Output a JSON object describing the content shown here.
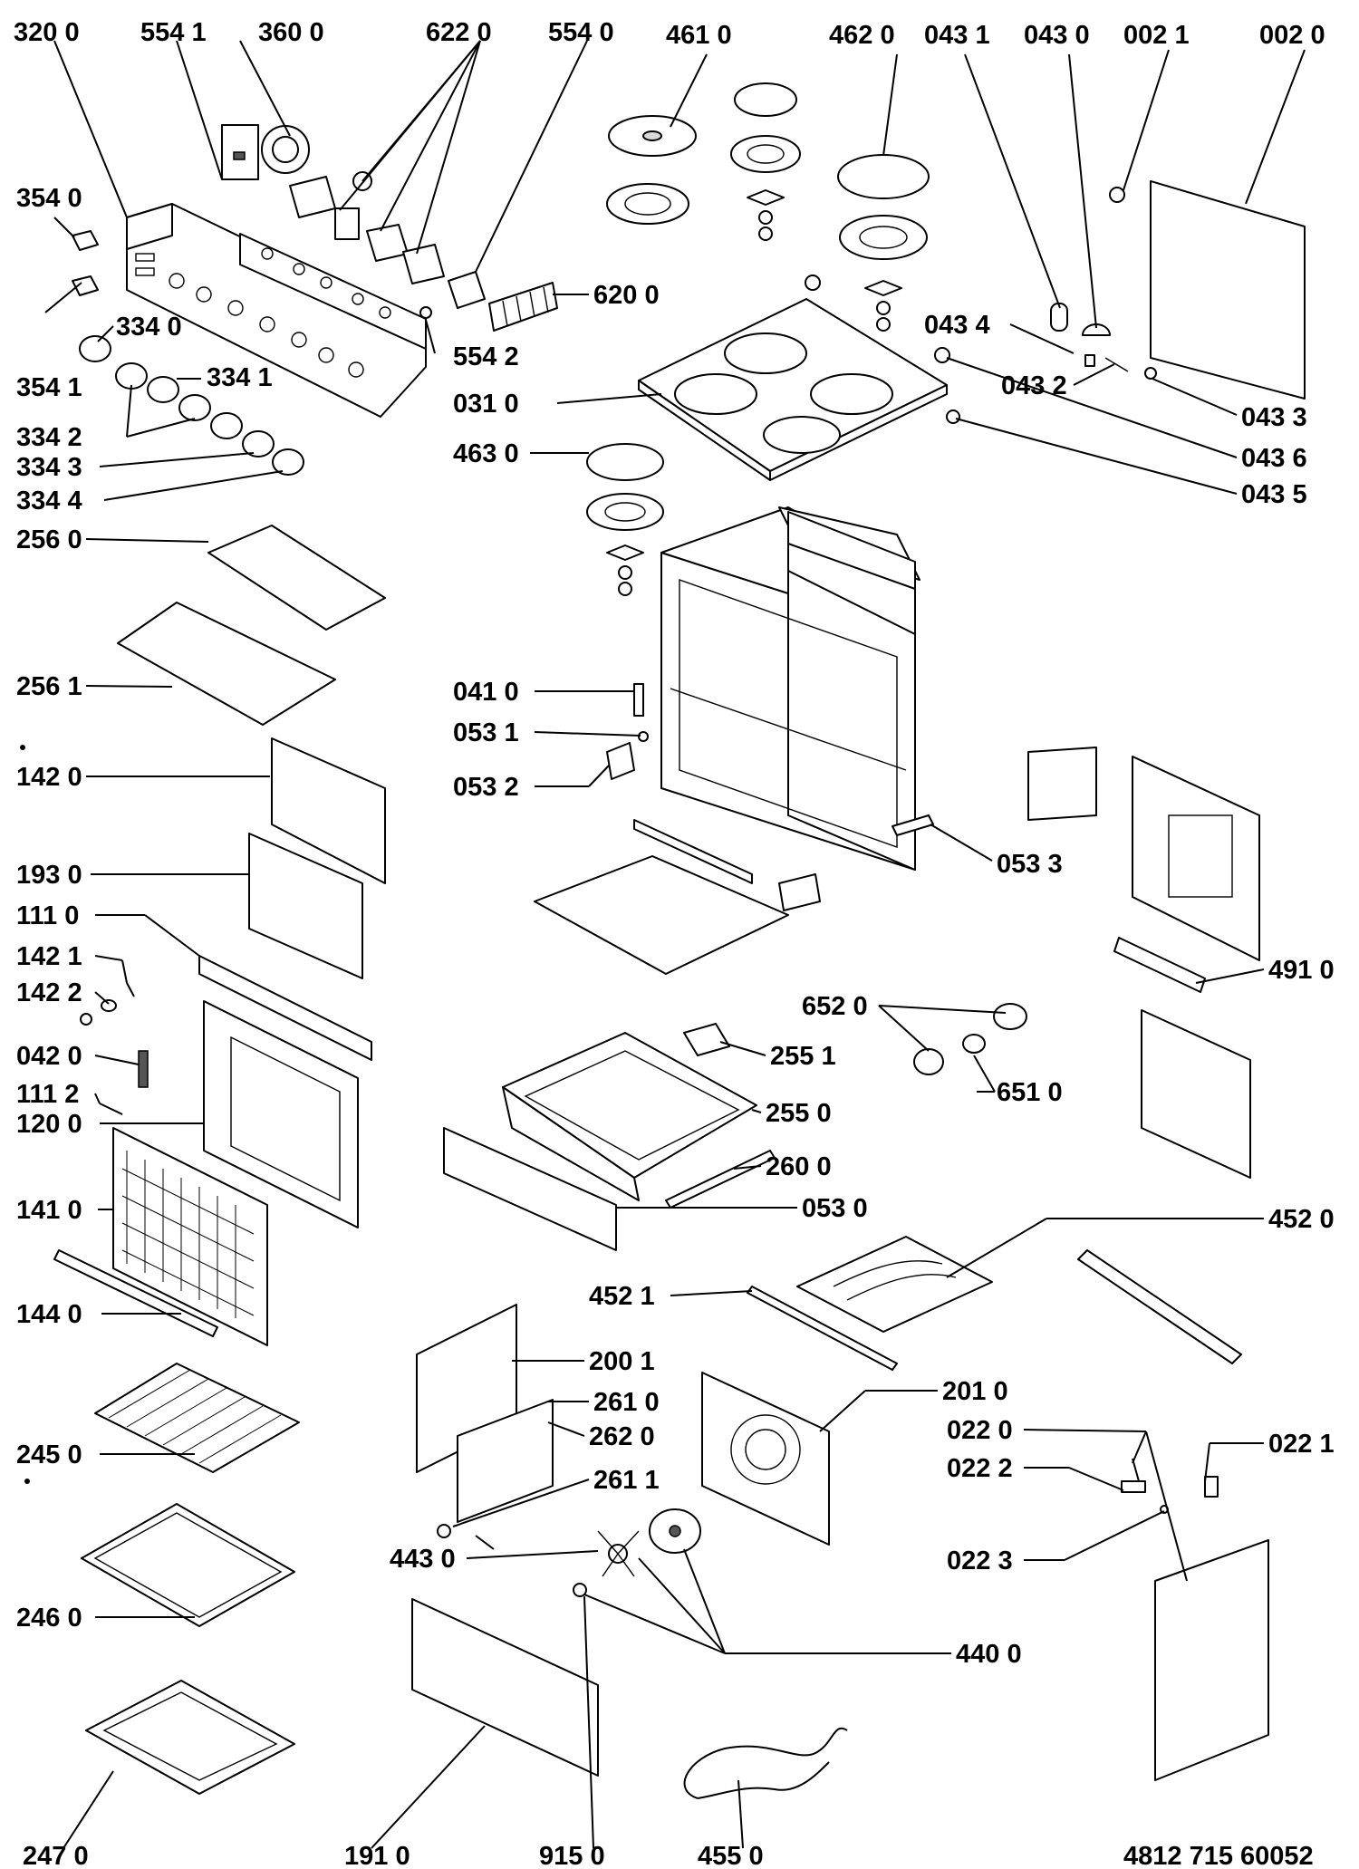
{
  "diagram": {
    "document_code": "4812 715 60052",
    "part_numbers": [
      "320 0",
      "554 1",
      "360 0",
      "622 0",
      "554 0",
      "461 0",
      "462 0",
      "043 1",
      "043 0",
      "002 1",
      "002 0",
      "354 0",
      "354 1",
      "334 0",
      "334 1",
      "334 2",
      "334 3",
      "334 4",
      "620 0",
      "554 2",
      "031 0",
      "043 4",
      "043 2",
      "043 3",
      "043 6",
      "043 5",
      "463 0",
      "256 0",
      "256 1",
      "041 0",
      "053 1",
      "053 2",
      "142 0",
      "053 3",
      "193 0",
      "111 0",
      "142 1",
      "142 2",
      "042 0",
      "111 2",
      "120 0",
      "141 0",
      "144 0",
      "652 0",
      "255 1",
      "651 0",
      "255 0",
      "260 0",
      "053 0",
      "491 0",
      "452 0",
      "452 1",
      "200 1",
      "261 0",
      "262 0",
      "261 1",
      "201 0",
      "022 0",
      "022 1",
      "022 2",
      "022 3",
      "245 0",
      "443 0",
      "440 0",
      "246 0",
      "247 0",
      "191 0",
      "915 0",
      "455 0"
    ]
  }
}
